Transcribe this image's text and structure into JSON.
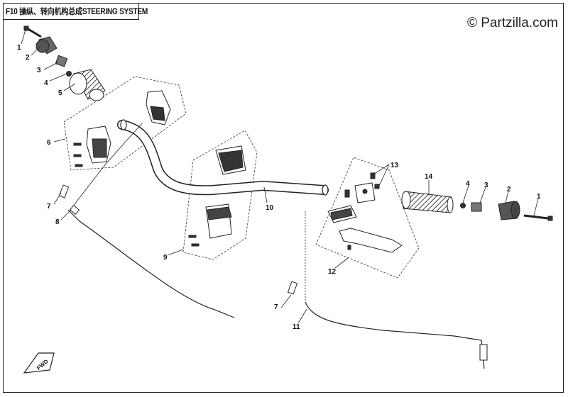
{
  "title": "F10 操纵、转向机构总成STEERING SYSTEM",
  "watermark": "© Partzilla.com",
  "fwd_label": "FWD",
  "callouts": [
    {
      "id": "c1-left",
      "text": "1"
    },
    {
      "id": "c2-left",
      "text": "2"
    },
    {
      "id": "c3-left",
      "text": "3"
    },
    {
      "id": "c4-left",
      "text": "4"
    },
    {
      "id": "c5-left",
      "text": "5"
    },
    {
      "id": "c6",
      "text": "6"
    },
    {
      "id": "c7-left",
      "text": "7"
    },
    {
      "id": "c8",
      "text": "8"
    },
    {
      "id": "c9",
      "text": "9"
    },
    {
      "id": "c10",
      "text": "10"
    },
    {
      "id": "c11",
      "text": "11"
    },
    {
      "id": "c12",
      "text": "12"
    },
    {
      "id": "c13",
      "text": "13"
    },
    {
      "id": "c14",
      "text": "14"
    },
    {
      "id": "c4-right",
      "text": "4"
    },
    {
      "id": "c3-right",
      "text": "3"
    },
    {
      "id": "c2-right",
      "text": "2"
    },
    {
      "id": "c1-right",
      "text": "1"
    },
    {
      "id": "c7-right",
      "text": "7"
    }
  ]
}
